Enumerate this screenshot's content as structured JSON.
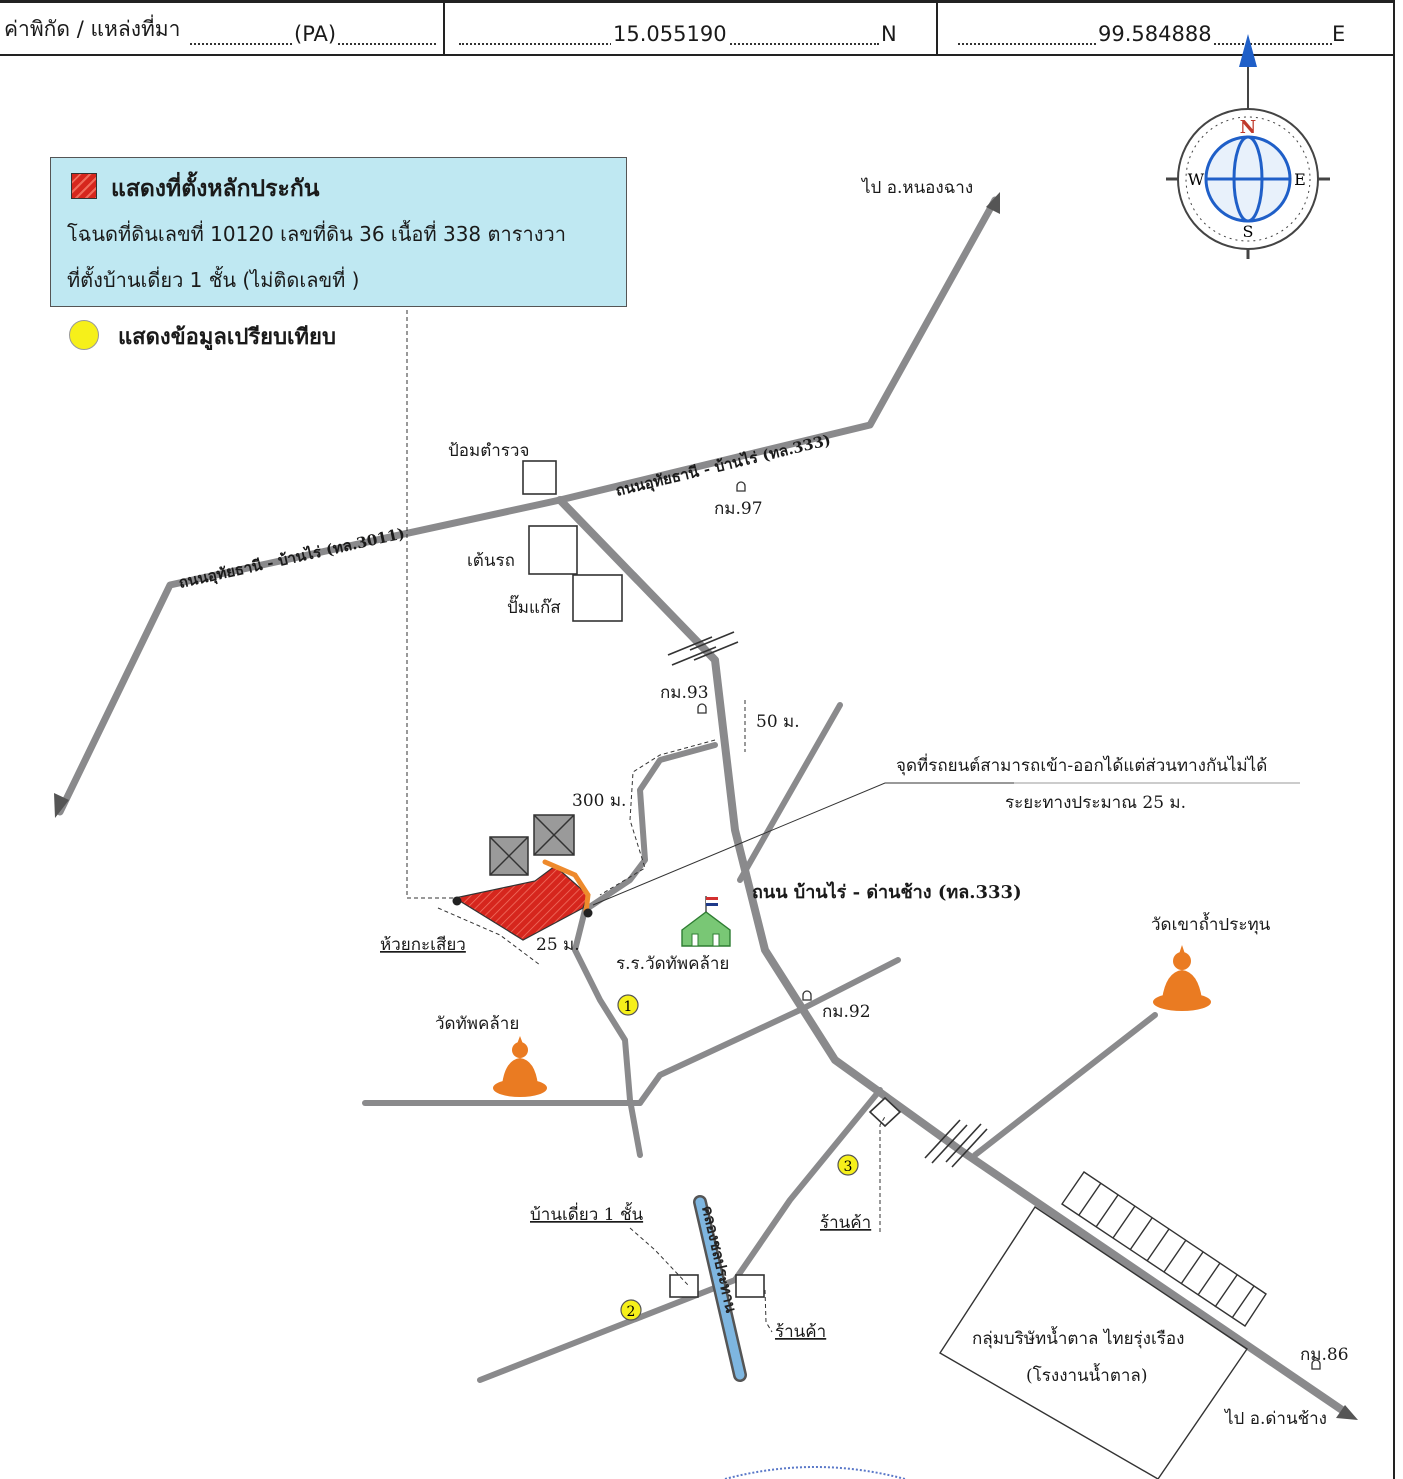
{
  "coordinate_bar": {
    "label": "ค่าพิกัด / แหล่งที่มา",
    "source": "(PA)",
    "latitude": "15.055190",
    "lat_unit": "N",
    "longitude": "99.584888",
    "lon_unit": "E"
  },
  "legend": {
    "collateral_title": "แสดงที่ตั้งหลักประกัน",
    "collateral_line1": "โฉนดที่ดินเลขที่ 10120 เลขที่ดิน 36 เนื้อที่ 338 ตารางวา",
    "collateral_line2": "ที่ตั้งบ้านเดี่ยว 1 ชั้น  (ไม่ติดเลขที่ )",
    "comparison_title": "แสดงข้อมูลเปรียบเทียบ",
    "collateral_color": "#d6261d",
    "comparison_color": "#f6f01a"
  },
  "compass": {
    "n": "N",
    "s": "S",
    "e": "E",
    "w": "W"
  },
  "labels": {
    "to_nong_chang": "ไป อ.หนองฉาง",
    "to_dan_chang": "ไป อ.ด่านช้าง",
    "road_3011": "ถนนอุทัยธานี - บ้านไร่ (ทล.3011)",
    "road_333_north": "ถนนอุทัยธานี - บ้านไร่ (ทล.333)",
    "road_333_main": "ถนน  บ้านไร่ - ด่านช้าง  (ทล.333)",
    "police_box": "ป้อมตำรวจ",
    "tent": "เต้นรถ",
    "gas_pump": "ปั๊มแก๊ส",
    "km97": "กม.97",
    "km93": "กม.93",
    "km92": "กม.92",
    "km86": "กม.86",
    "dist_50": "50 ม.",
    "dist_300": "300 ม.",
    "dist_25": "25 ม.",
    "note_line1": "จุดที่รถยนต์สามารถเข้า-ออกได้แต่ส่วนทางกันไม่ได้",
    "note_line2": "ระยะทางประมาณ 25 ม.",
    "stream": "ห้วยกะเสียว",
    "school": "ร.ร.วัดทัพคล้าย",
    "temple_thap_khlai": "วัดทัพคล้าย",
    "temple_khao_tham": "วัดเขาถ้ำประทุน",
    "single_house": "บ้านเดี่ยว 1 ชั้น",
    "shop_1": "ร้านค้า",
    "shop_2": "ร้านค้า",
    "canal": "คลองชลประทาน",
    "sugar_group_1": "กลุ่มบริษัทน้ำตาล ไทยรุ่งเรือง",
    "sugar_group_2": "(โรงงานน้ำตาล)",
    "marker_1": "1",
    "marker_2": "2",
    "marker_3": "3"
  },
  "colors": {
    "road": "#8a8a8c",
    "road_edge": "#6e6e70",
    "access_road": "#ee8a2c",
    "temple": "#ea7b22",
    "school": "#79c775",
    "canal": "#7eb6e0",
    "compass_needle": "#1f5fc8",
    "compass_n": "#c0392b"
  }
}
